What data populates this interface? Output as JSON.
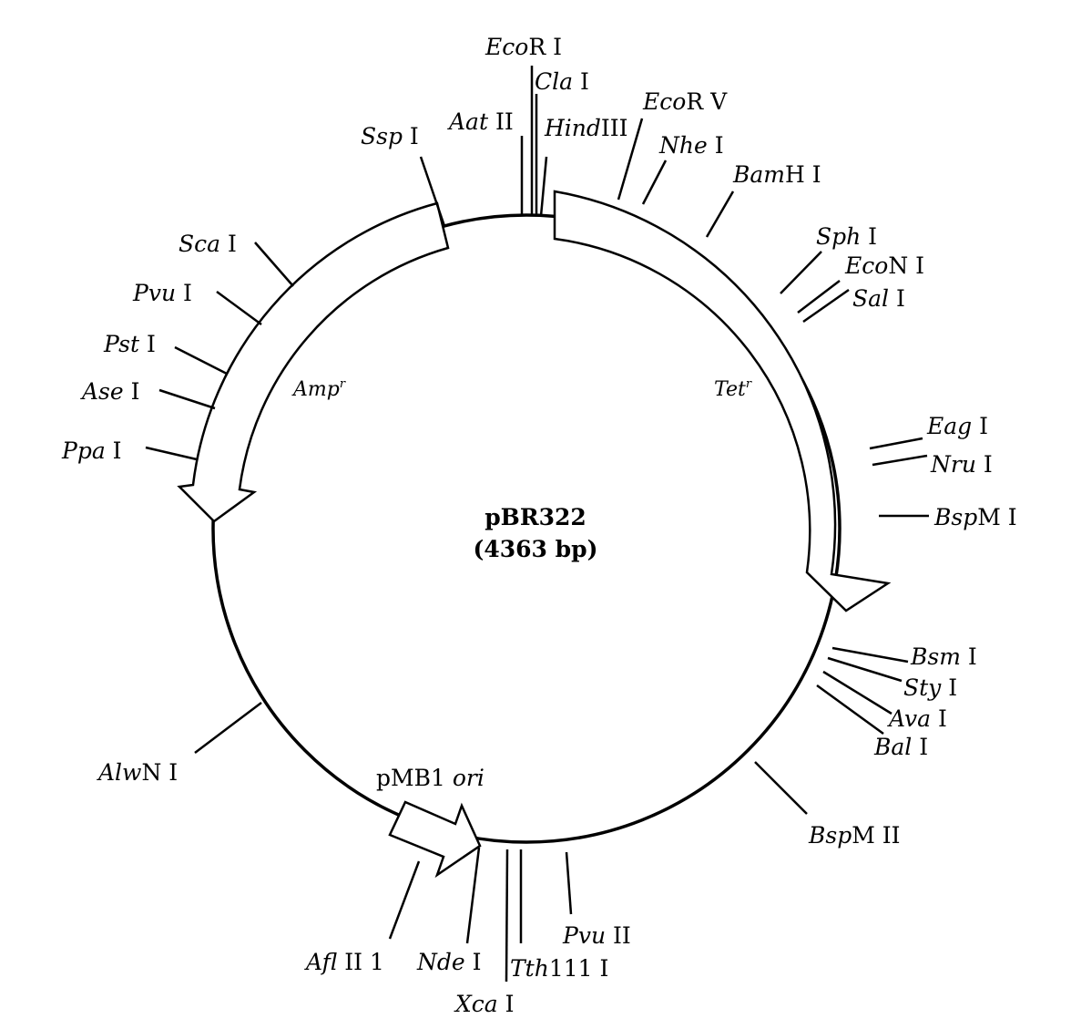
{
  "plasmid": {
    "name": "pBR322",
    "size": "(4363 bp)"
  },
  "genes": [
    {
      "id": "amp",
      "italic": "Amp",
      "sup": "r"
    },
    {
      "id": "tet",
      "italic": "Tet",
      "sup": "r"
    },
    {
      "id": "ori",
      "plain": "pMB1 ",
      "italic": "ori"
    }
  ],
  "sites": [
    {
      "id": "ecori",
      "italic": "Eco",
      "suffix": "R I"
    },
    {
      "id": "clai",
      "italic": "Cla",
      "suffix": " I"
    },
    {
      "id": "aatii",
      "italic": "Aat",
      "suffix": " II"
    },
    {
      "id": "hindiii",
      "italic": "Hind",
      "suffix": "III"
    },
    {
      "id": "sspi",
      "italic": "Ssp",
      "suffix": " I"
    },
    {
      "id": "ecorv",
      "italic": "Eco",
      "suffix": "R V"
    },
    {
      "id": "nhei",
      "italic": "Nhe",
      "suffix": " I"
    },
    {
      "id": "bamhi",
      "italic": "Bam",
      "suffix": "H I"
    },
    {
      "id": "sphi",
      "italic": "Sph",
      "suffix": " I"
    },
    {
      "id": "econi",
      "italic": "Eco",
      "suffix": "N I"
    },
    {
      "id": "sali",
      "italic": "Sal",
      "suffix": " I"
    },
    {
      "id": "eagi",
      "italic": "Eag",
      "suffix": " I"
    },
    {
      "id": "nrui",
      "italic": "Nru",
      "suffix": " I"
    },
    {
      "id": "bspmi",
      "italic": "Bsp",
      "suffix": "M I"
    },
    {
      "id": "bsmi",
      "italic": "Bsm",
      "suffix": " I"
    },
    {
      "id": "styi",
      "italic": "Sty",
      "suffix": " I"
    },
    {
      "id": "avai",
      "italic": "Ava",
      "suffix": " I"
    },
    {
      "id": "bali",
      "italic": "Bal",
      "suffix": " I"
    },
    {
      "id": "bspmii",
      "italic": "Bsp",
      "suffix": "M II"
    },
    {
      "id": "pvuii",
      "italic": "Pvu",
      "suffix": " II"
    },
    {
      "id": "tth111i",
      "italic": "Tth",
      "suffix": "111 I"
    },
    {
      "id": "xcai",
      "italic": "Xca",
      "suffix": " I"
    },
    {
      "id": "ndei",
      "italic": "Nde",
      "suffix": " I"
    },
    {
      "id": "afliii",
      "italic": "Afl",
      "suffix": " II 1"
    },
    {
      "id": "alwni",
      "italic": "Alw",
      "suffix": "N I"
    },
    {
      "id": "ppai",
      "italic": "Ppa",
      "suffix": " I"
    },
    {
      "id": "asei",
      "italic": "Ase",
      "suffix": " I"
    },
    {
      "id": "psti",
      "italic": "Pst",
      "suffix": " I"
    },
    {
      "id": "pvui",
      "italic": "Pvu",
      "suffix": " I"
    },
    {
      "id": "scai",
      "italic": "Sca",
      "suffix": " I"
    }
  ]
}
